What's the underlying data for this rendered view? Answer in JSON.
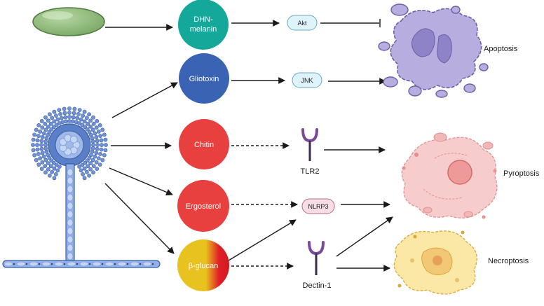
{
  "molecules": {
    "dhn_melanin_line1": "DHN-",
    "dhn_melanin_line2": "melanin",
    "gliotoxin": "Gliotoxin",
    "chitin": "Chitin",
    "ergosterol": "Ergosterol",
    "beta_glucan": "β-glucan"
  },
  "mediators": {
    "akt": "Akt",
    "jnk": "JNK",
    "tlr2": "TLR2",
    "nlrp3": "NLRP3",
    "dectin1": "Dectin-1"
  },
  "outcomes": {
    "apoptosis": "Apoptosis",
    "pyroptosis": "Pyroptosis",
    "necroptosis": "Necroptosis"
  },
  "colors": {
    "dhn": "#14a89a",
    "gliotoxin": "#3a63b4",
    "chitin": "#e8403f",
    "ergosterol": "#e8403f",
    "glucan_start": "#e8c21e",
    "glucan_end": "#e11f26",
    "pill_blue": "#dff3fb",
    "pill_pink": "#f7dde6",
    "apoptotic_cell": "#b7addf",
    "pyroptotic_cell": "#f6cccc",
    "necroptotic_cell": "#fbe8a6",
    "fungus": "#6f92d8"
  }
}
